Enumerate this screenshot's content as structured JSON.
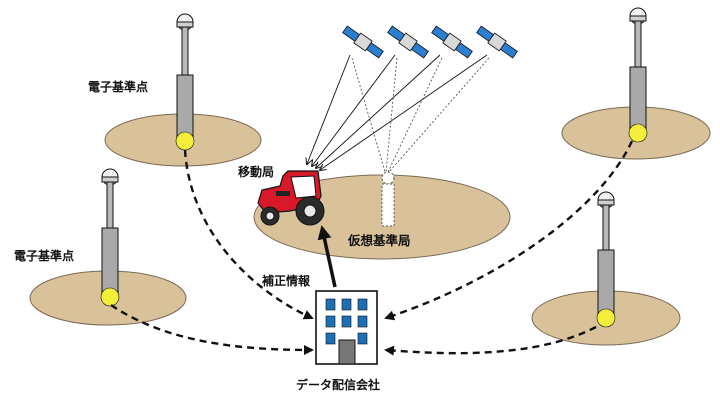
{
  "labels": {
    "reference_station_top": "電子基準点",
    "reference_station_left": "電子基準点",
    "mobile_station": "移動局",
    "virtual_reference_station": "仮想基準局",
    "correction_info": "補正情報",
    "data_distributor": "データ配信会社"
  },
  "colors": {
    "ground": "#d9c29a",
    "ground_stroke": "#7a6a55",
    "signal_light": "#f2ee3a",
    "pole": "#a9a9a9",
    "tractor_red": "#d7192a",
    "tractor_cab": "#ffffff",
    "building": "#ffffff",
    "building_window": "#1f6fb5",
    "satellite_panel": "#2a7fd0",
    "arrow": "#111111"
  },
  "icons": {
    "reference_station": "antenna-pole-icon",
    "satellite": "satellite-icon",
    "tractor": "tractor-icon",
    "building": "office-building-icon",
    "virtual_station": "virtual-antenna-icon"
  }
}
